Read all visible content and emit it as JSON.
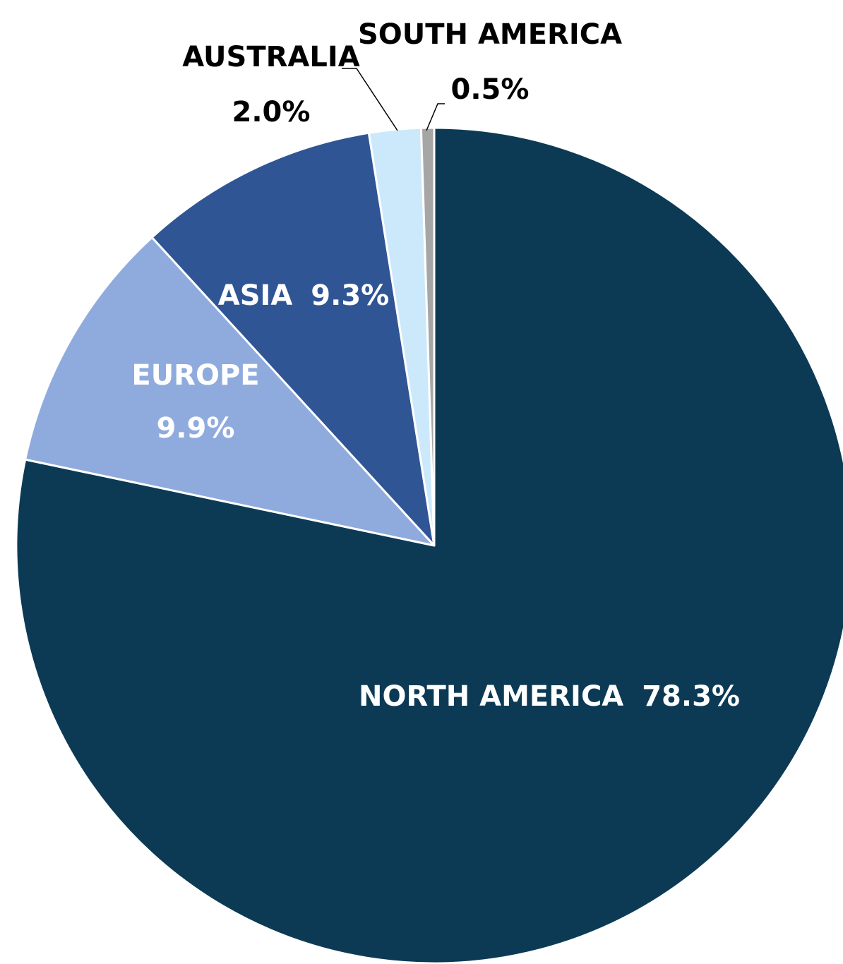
{
  "chart_data": {
    "type": "pie",
    "start_angle_deg": 0,
    "direction": "clockwise",
    "slices": [
      {
        "label": "NORTH AMERICA",
        "value": 78.3,
        "value_label": "78.3%",
        "color": "#0c3a55",
        "text_color": "#ffffff"
      },
      {
        "label": "EUROPE",
        "value": 9.9,
        "value_label": "9.9%",
        "color": "#8fabdd",
        "text_color": "#ffffff"
      },
      {
        "label": "ASIA",
        "value": 9.3,
        "value_label": "9.3%",
        "color": "#2f5595",
        "text_color": "#ffffff"
      },
      {
        "label": "AUSTRALIA",
        "value": 2.0,
        "value_label": "2.0%",
        "color": "#cce9fb",
        "text_color": "#000000"
      },
      {
        "label": "SOUTH AMERICA",
        "value": 0.5,
        "value_label": "0.5%",
        "color": "#a6a6a6",
        "text_color": "#000000"
      }
    ]
  }
}
